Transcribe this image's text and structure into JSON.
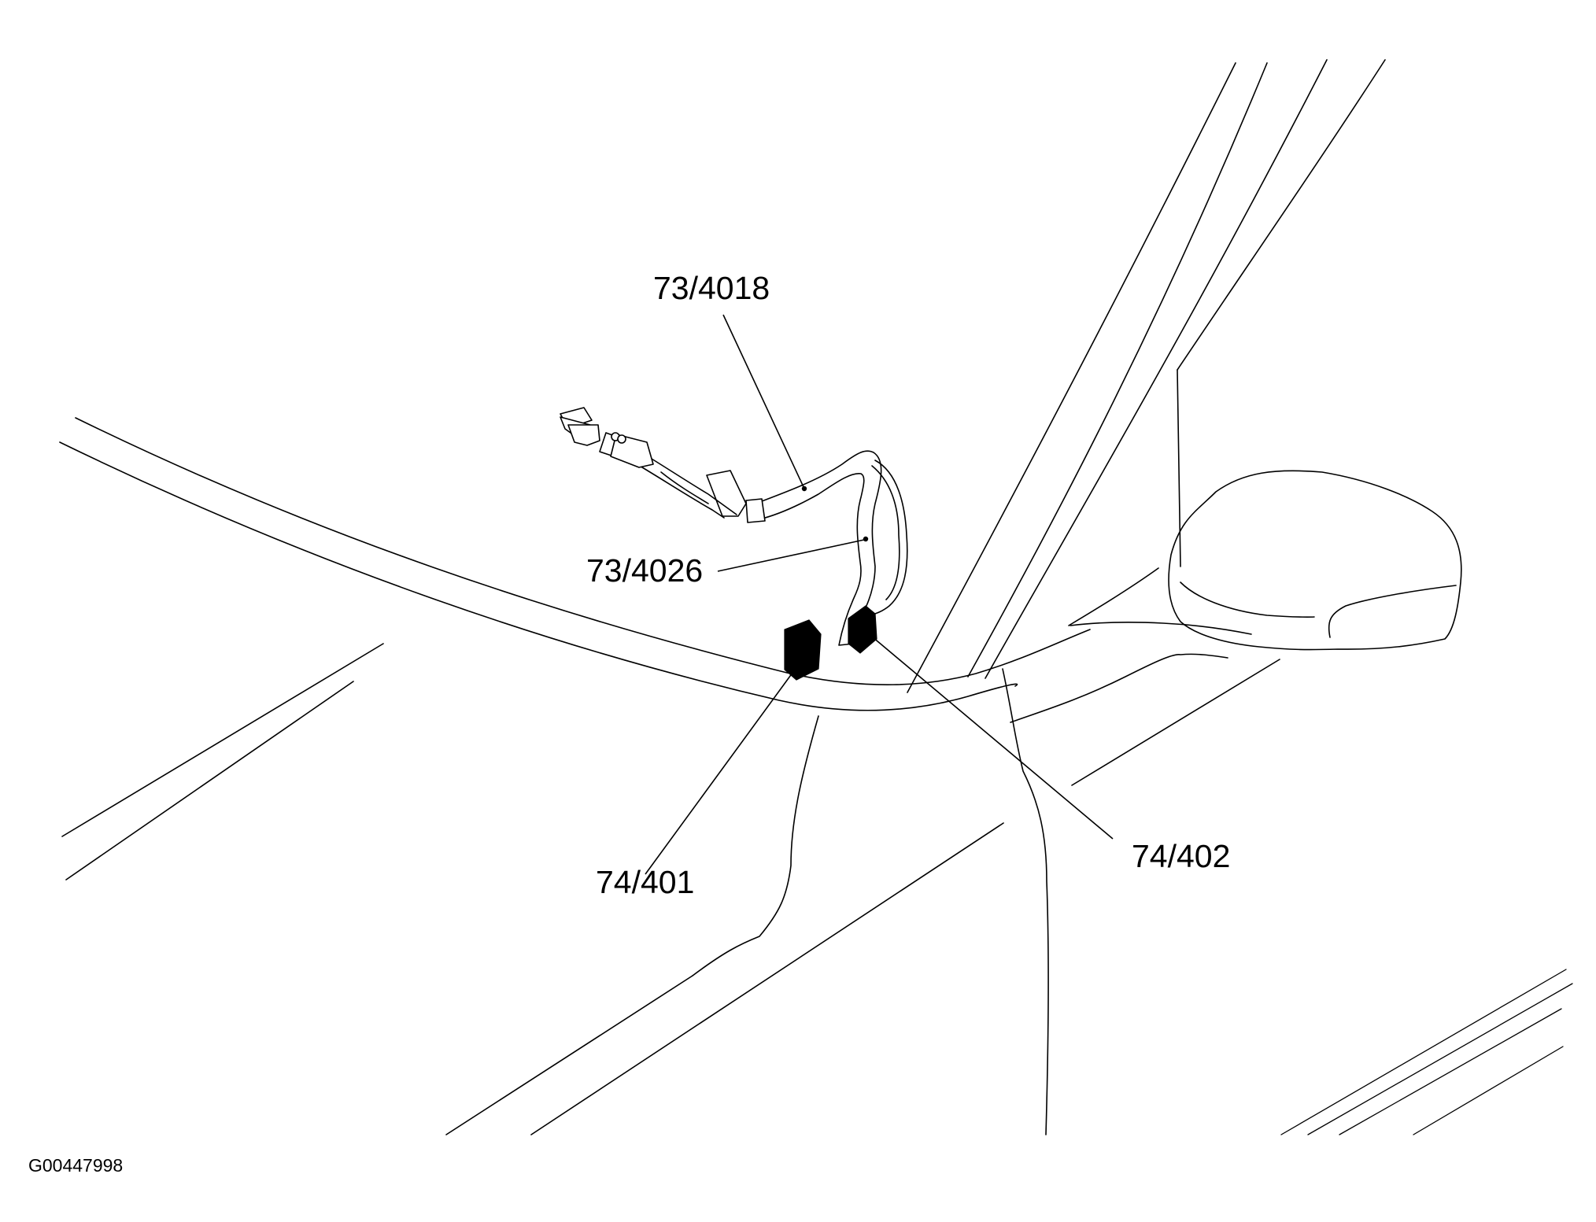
{
  "labels": {
    "harness_upper": "73/4018",
    "harness_lower": "73/4026",
    "connector_left": "74/401",
    "connector_right": "74/402"
  },
  "figure_id": "G00447998"
}
